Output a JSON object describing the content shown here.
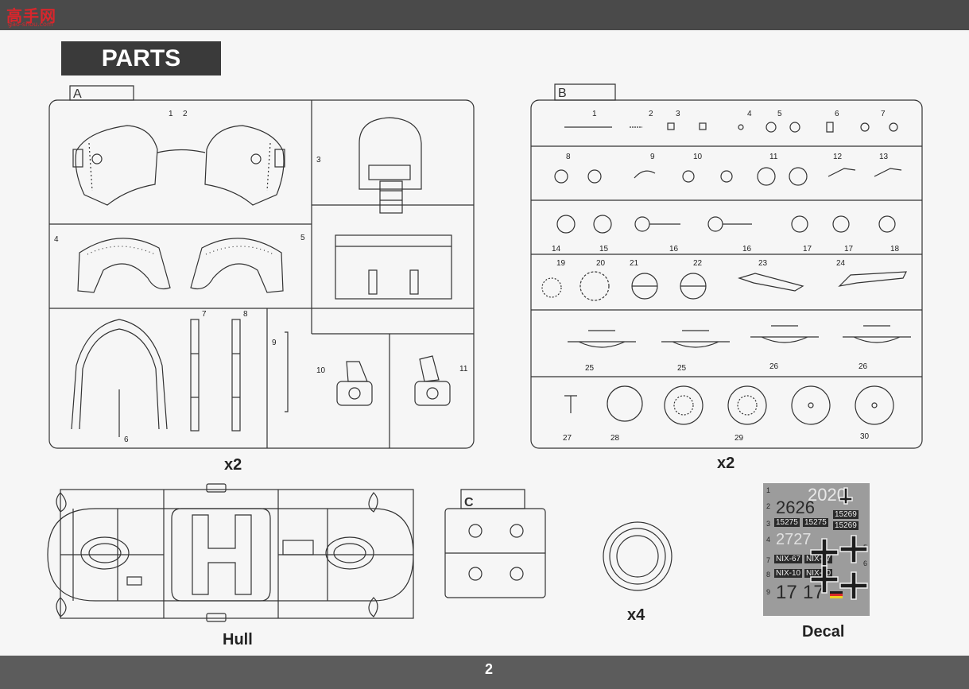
{
  "logo": {
    "mark": "高手网",
    "url": "gao-shou.com"
  },
  "title": "PARTS",
  "sprues": {
    "a": {
      "letter": "A",
      "quantity": "x2",
      "numbers": [
        "1",
        "2",
        "3",
        "4",
        "5",
        "6",
        "7",
        "8",
        "9",
        "10",
        "11"
      ]
    },
    "b": {
      "letter": "B",
      "quantity": "x2",
      "numbers": [
        "1",
        "2",
        "3",
        "4",
        "5",
        "6",
        "7",
        "8",
        "9",
        "10",
        "11",
        "12",
        "13",
        "14",
        "15",
        "16",
        "16",
        "17",
        "17",
        "18",
        "19",
        "20",
        "21",
        "22",
        "23",
        "24",
        "25",
        "25",
        "26",
        "26",
        "27",
        "28",
        "29",
        "30"
      ]
    },
    "c": {
      "letter": "C"
    }
  },
  "hull": {
    "label": "Hull"
  },
  "tires": {
    "quantity": "x4"
  },
  "decal": {
    "label": "Decal",
    "rows": [
      "1",
      "2",
      "3",
      "4",
      "5",
      "6",
      "7",
      "8",
      "9"
    ],
    "markings": [
      "2020",
      "2626",
      "15275",
      "15275",
      "15269",
      "15269",
      "2727",
      "NIX-67",
      "NIX-67",
      "NIX-10",
      "NIX-10",
      "17",
      "17"
    ]
  },
  "page_number": "2"
}
